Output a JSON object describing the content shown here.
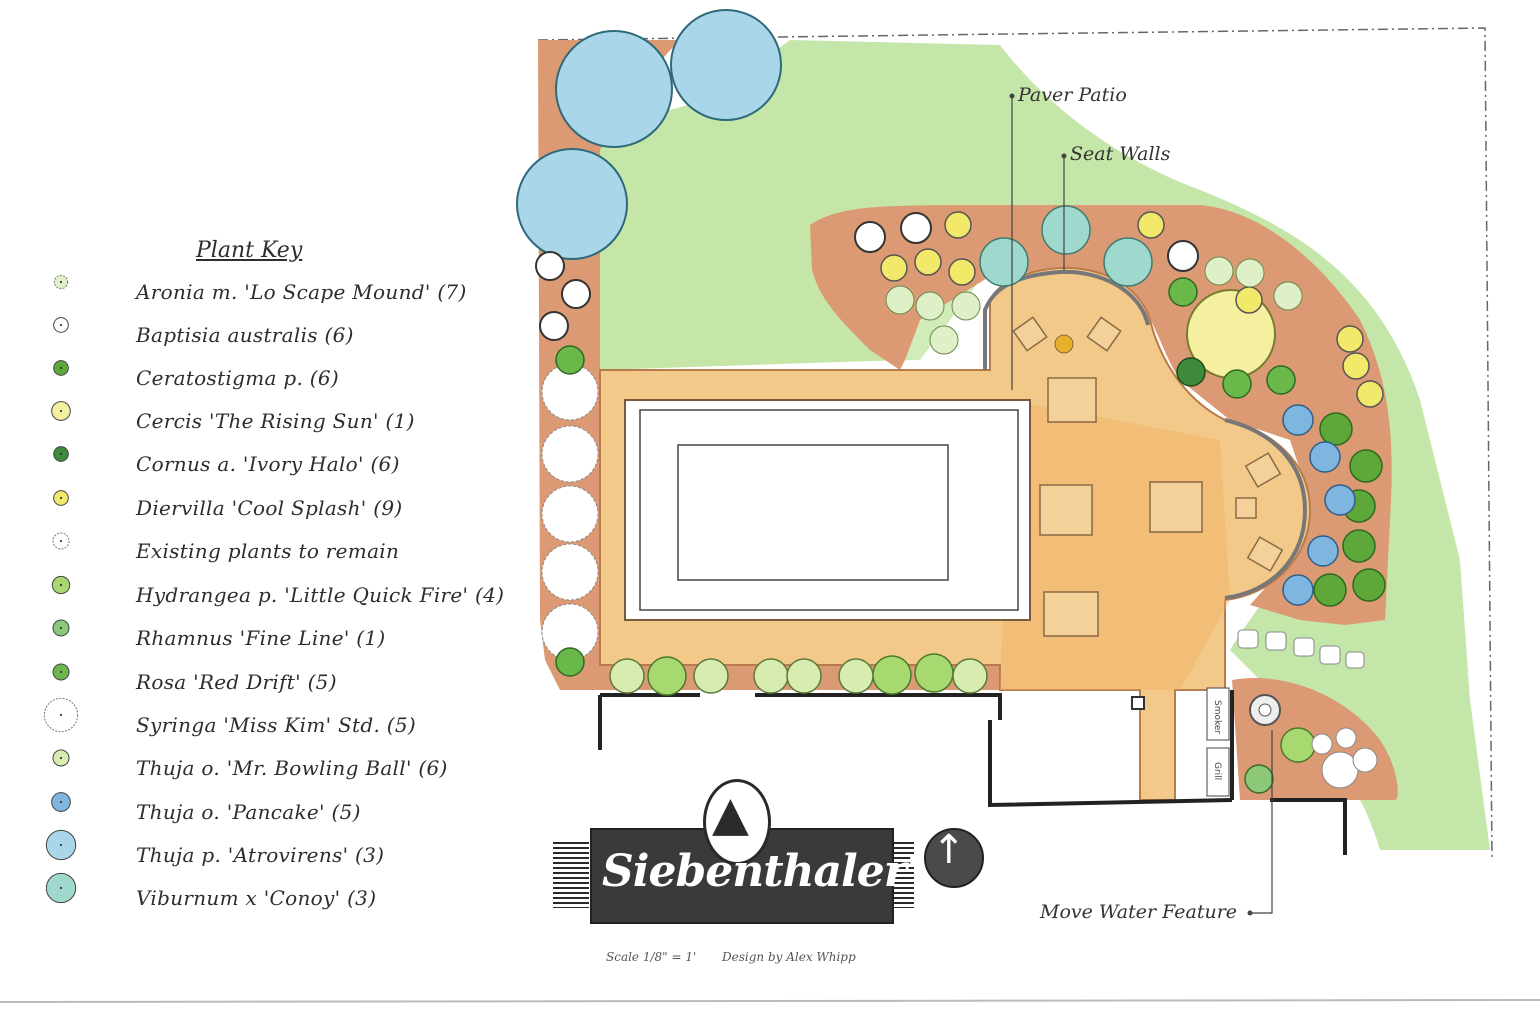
{
  "legend": {
    "title": "Plant Key",
    "items": [
      {
        "label": "Aronia m. 'Lo Scape Mound' (7)",
        "symbol": "aronia-icon",
        "color": "#dff0c8"
      },
      {
        "label": "Baptisia australis (6)",
        "symbol": "baptisia-icon",
        "color": "#ffffff"
      },
      {
        "label": "Ceratostigma p. (6)",
        "symbol": "ceratostigma-icon",
        "color": "#5ea83a"
      },
      {
        "label": "Cercis 'The Rising Sun' (1)",
        "symbol": "cercis-icon",
        "color": "#f4f0a0"
      },
      {
        "label": "Cornus a. 'Ivory Halo' (6)",
        "symbol": "cornus-icon",
        "color": "#3f8a3a"
      },
      {
        "label": "Diervilla 'Cool Splash' (9)",
        "symbol": "diervilla-icon",
        "color": "#f2e86a"
      },
      {
        "label": "Existing plants to remain",
        "symbol": "existing-plant-icon",
        "color": "#ffffff"
      },
      {
        "label": "Hydrangea p. 'Little Quick Fire' (4)",
        "symbol": "hydrangea-icon",
        "color": "#a8d870"
      },
      {
        "label": "Rhamnus 'Fine Line' (1)",
        "symbol": "rhamnus-icon",
        "color": "#8cc878"
      },
      {
        "label": "Rosa 'Red Drift' (5)",
        "symbol": "rosa-icon",
        "color": "#6bb84a"
      },
      {
        "label": "Syringa 'Miss Kim' Std. (5)",
        "symbol": "syringa-icon",
        "color": "#ffffff"
      },
      {
        "label": "Thuja o. 'Mr. Bowling Ball' (6)",
        "symbol": "thuja-bowling-ball-icon",
        "color": "#d8ecb0"
      },
      {
        "label": "Thuja o. 'Pancake' (5)",
        "symbol": "thuja-pancake-icon",
        "color": "#7fb6e0"
      },
      {
        "label": "Thuja p. 'Atrovirens' (3)",
        "symbol": "thuja-atrovirens-icon",
        "color": "#a9d6e8"
      },
      {
        "label": "Viburnum x 'Conoy' (3)",
        "symbol": "viburnum-icon",
        "color": "#9fd8cc"
      }
    ]
  },
  "callouts": {
    "paver_patio": "Paver Patio",
    "seat_walls": "Seat Walls",
    "move_water_feature": "Move Water Feature",
    "smoker": "Smoker",
    "grill": "Grill"
  },
  "title_block": {
    "brand": "Siebenthaler's",
    "scale": "Scale 1/8\" = 1'",
    "designer": "Design by Alex Whipp"
  },
  "colors": {
    "lawn": "#bfe3a0",
    "mulch": "#dc9a74",
    "patio": "#f3c98a",
    "pool_border": "#ffffff"
  }
}
